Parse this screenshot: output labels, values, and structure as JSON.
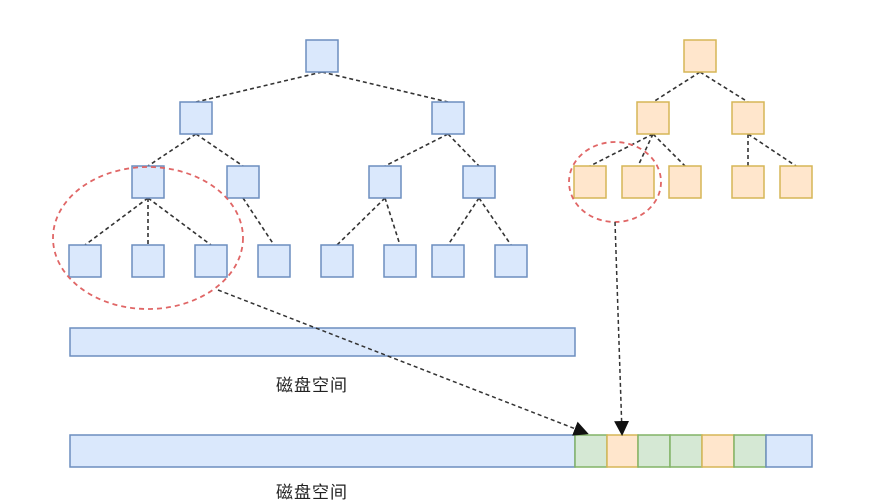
{
  "colors": {
    "blue_fill": "#dae8fc",
    "blue_stroke": "#6c8ebf",
    "orange_fill": "#ffe6cc",
    "orange_stroke": "#d6b656",
    "green_fill": "#d5e8d4",
    "green_stroke": "#82b366",
    "edge": "#333333",
    "highlight": "#e06666"
  },
  "labels": {
    "disk_top": "磁盘空间",
    "disk_bottom": "磁盘空间"
  },
  "trees": [
    {
      "name": "blue-tree",
      "levels": [
        1,
        2,
        4,
        8
      ],
      "color": "blue"
    },
    {
      "name": "orange-tree",
      "levels": [
        1,
        2,
        5
      ],
      "color": "orange"
    }
  ],
  "disk_segments": [
    "blue",
    "green",
    "orange",
    "green",
    "green",
    "orange",
    "green",
    "blue"
  ]
}
